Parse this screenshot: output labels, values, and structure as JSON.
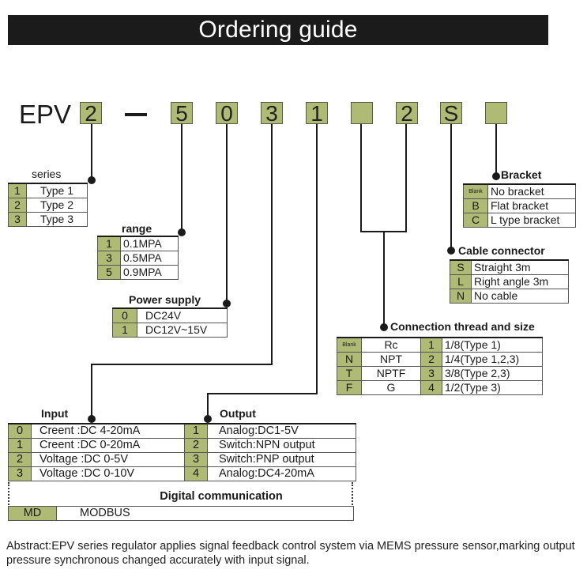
{
  "title": "Ordering guide",
  "model": {
    "prefix": "EPV",
    "codes": [
      "2",
      "5",
      "0",
      "3",
      "1",
      "",
      "2",
      "S",
      ""
    ]
  },
  "series": {
    "label": "series",
    "rows": [
      {
        "code": "1",
        "value": "Type 1"
      },
      {
        "code": "2",
        "value": "Type 2"
      },
      {
        "code": "3",
        "value": "Type 3"
      }
    ]
  },
  "range": {
    "label": "range",
    "rows": [
      {
        "code": "1",
        "value": "0.1MPA"
      },
      {
        "code": "3",
        "value": "0.5MPA"
      },
      {
        "code": "5",
        "value": "0.9MPA"
      }
    ]
  },
  "power": {
    "label": "Power supply",
    "rows": [
      {
        "code": "0",
        "value": "DC24V"
      },
      {
        "code": "1",
        "value": "DC12V~15V"
      }
    ]
  },
  "bracket": {
    "label": "Bracket",
    "rows": [
      {
        "code": "Blank",
        "value": "No bracket"
      },
      {
        "code": "B",
        "value": "Flat bracket"
      },
      {
        "code": "C",
        "value": "L type bracket"
      }
    ]
  },
  "cable": {
    "label": "Cable connector",
    "rows": [
      {
        "code": "S",
        "value": "Straight 3m"
      },
      {
        "code": "L",
        "value": "Right angle 3m"
      },
      {
        "code": "N",
        "value": "No cable"
      }
    ]
  },
  "thread": {
    "label": "Connection thread and size",
    "rows": [
      {
        "code": "Blank",
        "value": "Rc",
        "size_code": "1",
        "size": "1/8(Type 1)"
      },
      {
        "code": "N",
        "value": "NPT",
        "size_code": "2",
        "size": "1/4(Type 1,2,3)"
      },
      {
        "code": "T",
        "value": "NPTF",
        "size_code": "3",
        "size": "3/8(Type 2,3)"
      },
      {
        "code": "F",
        "value": "G",
        "size_code": "4",
        "size": "1/2(Type 3)"
      }
    ]
  },
  "input": {
    "label": "Input",
    "rows": [
      {
        "code": "0",
        "value": "Creent :DC 4-20mA"
      },
      {
        "code": "1",
        "value": "Creent :DC 0-20mA"
      },
      {
        "code": "2",
        "value": "Voltage :DC 0-5V"
      },
      {
        "code": "3",
        "value": "Voltage :DC 0-10V"
      }
    ]
  },
  "output": {
    "label": "Output",
    "rows": [
      {
        "code": "1",
        "value": "Analog:DC1-5V"
      },
      {
        "code": "2",
        "value": "Switch:NPN output"
      },
      {
        "code": "3",
        "value": "Switch:PNP output"
      },
      {
        "code": "4",
        "value": "Analog:DC4-20mA"
      }
    ]
  },
  "digital": {
    "label": "Digital communication",
    "code": "MD",
    "value": "MODBUS"
  },
  "abstract": "Abstract:EPV series regulator applies signal feedback control system via MEMS pressure sensor,marking output pressure synchronous changed accurately with input signal.",
  "colors": {
    "code_fill": "#afbb74",
    "banner": "#1b1b1b"
  }
}
